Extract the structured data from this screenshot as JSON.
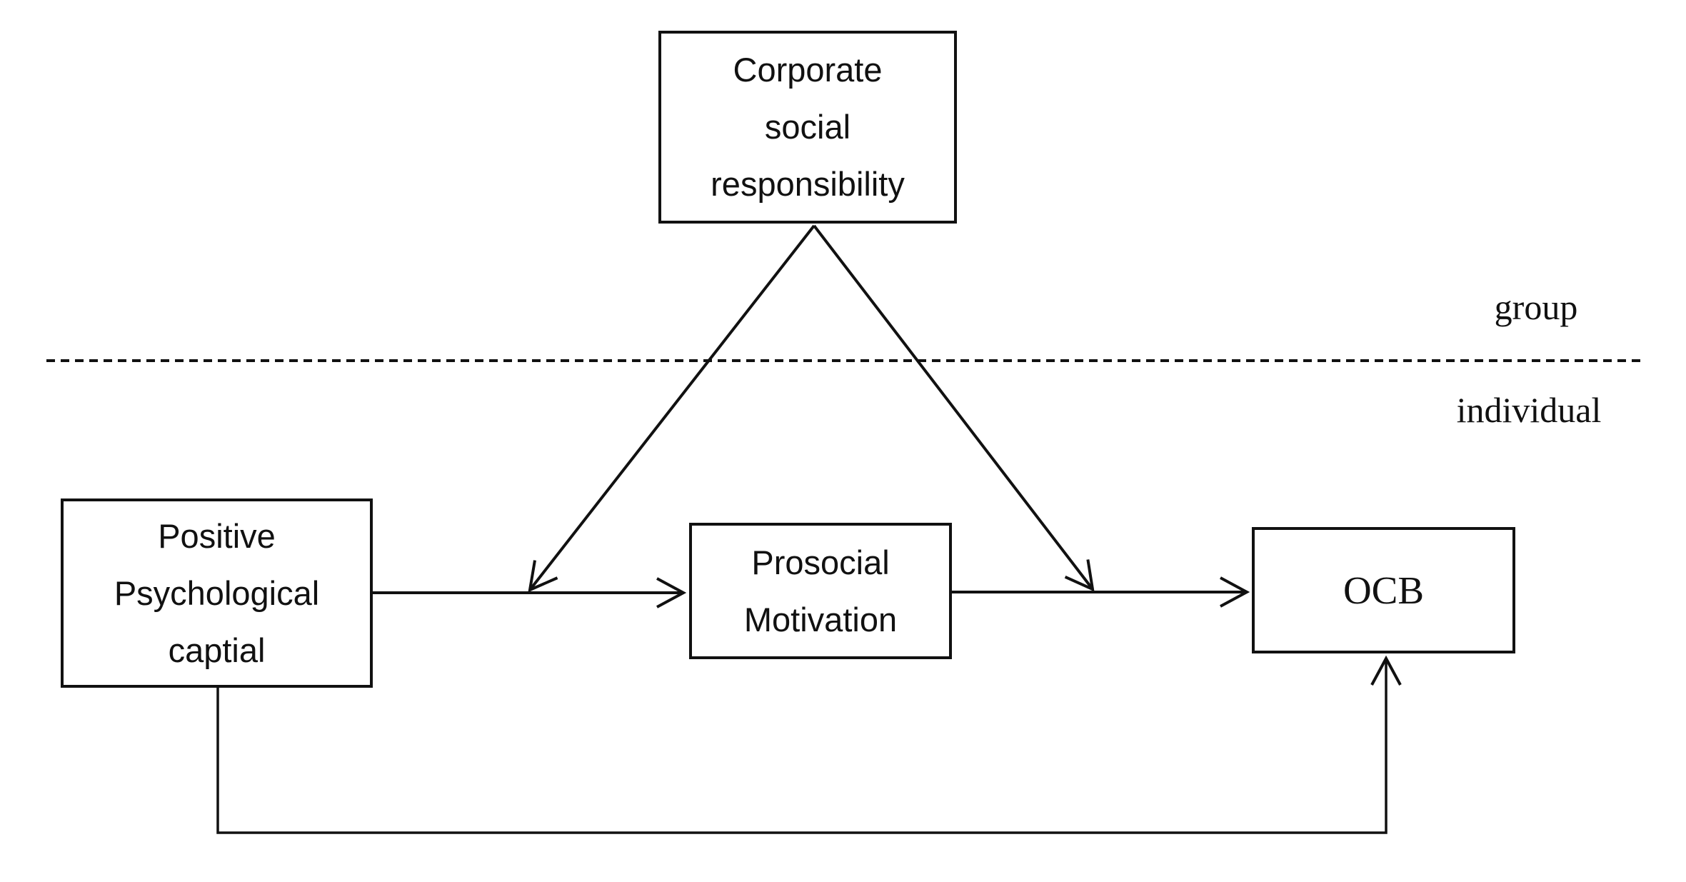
{
  "colors": {
    "ink": "#111111",
    "background": "#ffffff"
  },
  "nodes": {
    "csr": {
      "label": "Corporate social responsibility",
      "lines": [
        "Corporate",
        "social",
        "responsibility"
      ]
    },
    "ppc": {
      "label": "Positive Psychological captial",
      "lines": [
        "Positive",
        "Psychological",
        "captial"
      ]
    },
    "pm": {
      "label": "Prosocial Motivation",
      "lines": [
        "Prosocial",
        "Motivation"
      ]
    },
    "ocb": {
      "label": "OCB",
      "lines": [
        "OCB"
      ]
    }
  },
  "level_labels": {
    "group": "group",
    "individual": "individual"
  },
  "divider": {
    "style": "dashed-horizontal-line",
    "above": "group",
    "below": "individual"
  },
  "edges": [
    {
      "from": "Positive Psychological captial",
      "to": "Prosocial Motivation",
      "type": "direct-arrow"
    },
    {
      "from": "Prosocial Motivation",
      "to": "OCB",
      "type": "direct-arrow"
    },
    {
      "from": "Corporate social responsibility",
      "to": "arrow: Positive Psychological captial → Prosocial Motivation",
      "type": "moderation-arrow"
    },
    {
      "from": "Corporate social responsibility",
      "to": "arrow: Prosocial Motivation → OCB",
      "type": "moderation-arrow"
    },
    {
      "from": "Positive Psychological captial",
      "to": "OCB",
      "type": "direct-arrow-bottom-route"
    }
  ]
}
